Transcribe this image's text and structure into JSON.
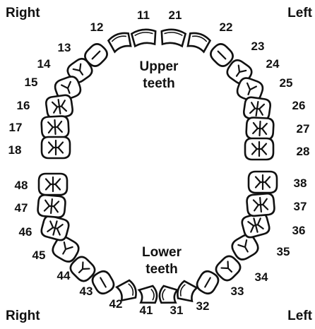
{
  "corner_labels": {
    "top_left": "Right",
    "top_right": "Left",
    "bottom_left": "Right",
    "bottom_right": "Left"
  },
  "upper_label": [
    "Upper",
    "teeth"
  ],
  "lower_label": [
    "Lower",
    "teeth"
  ],
  "teeth": [
    {
      "id": "11",
      "kind": "incisor"
    },
    {
      "id": "12",
      "kind": "incisor"
    },
    {
      "id": "13",
      "kind": "canine"
    },
    {
      "id": "14",
      "kind": "premolar"
    },
    {
      "id": "15",
      "kind": "premolar"
    },
    {
      "id": "16",
      "kind": "molar"
    },
    {
      "id": "17",
      "kind": "molar"
    },
    {
      "id": "18",
      "kind": "molar"
    },
    {
      "id": "21",
      "kind": "incisor"
    },
    {
      "id": "22",
      "kind": "incisor"
    },
    {
      "id": "23",
      "kind": "canine"
    },
    {
      "id": "24",
      "kind": "premolar"
    },
    {
      "id": "25",
      "kind": "premolar"
    },
    {
      "id": "26",
      "kind": "molar"
    },
    {
      "id": "27",
      "kind": "molar"
    },
    {
      "id": "28",
      "kind": "molar"
    },
    {
      "id": "31",
      "kind": "incisor"
    },
    {
      "id": "32",
      "kind": "incisor"
    },
    {
      "id": "33",
      "kind": "canine"
    },
    {
      "id": "34",
      "kind": "premolar"
    },
    {
      "id": "35",
      "kind": "premolar"
    },
    {
      "id": "36",
      "kind": "molar"
    },
    {
      "id": "37",
      "kind": "molar"
    },
    {
      "id": "38",
      "kind": "molar"
    },
    {
      "id": "41",
      "kind": "incisor"
    },
    {
      "id": "42",
      "kind": "incisor"
    },
    {
      "id": "43",
      "kind": "canine"
    },
    {
      "id": "44",
      "kind": "premolar"
    },
    {
      "id": "45",
      "kind": "premolar"
    },
    {
      "id": "46",
      "kind": "molar"
    },
    {
      "id": "47",
      "kind": "molar"
    },
    {
      "id": "48",
      "kind": "molar"
    }
  ]
}
